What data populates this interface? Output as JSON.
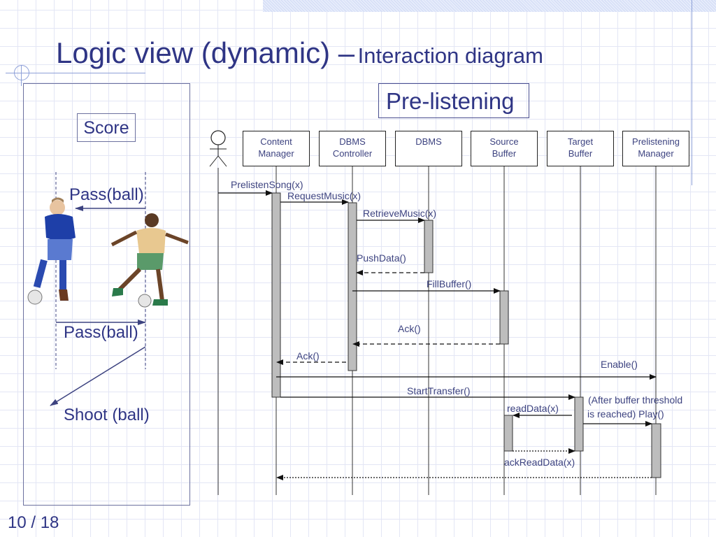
{
  "slide": {
    "title_main": "Logic view (dynamic) –",
    "title_sub": "Interaction diagram",
    "page_number": "10 / 18",
    "scenario_label": "Pre-listening"
  },
  "left_panel": {
    "score_label": "Score",
    "pass_label_top": "Pass(ball)",
    "pass_label_bottom": "Pass(ball)",
    "shoot_label": "Shoot (ball)",
    "players_image": "soccer-players-illustration"
  },
  "sequence": {
    "actor": "user-actor",
    "lifelines": [
      {
        "line1": "Content",
        "line2": "Manager"
      },
      {
        "line1": "DBMS",
        "line2": "Controller"
      },
      {
        "line1": "DBMS",
        "line2": ""
      },
      {
        "line1": "Source",
        "line2": "Buffer"
      },
      {
        "line1": "Target",
        "line2": "Buffer"
      },
      {
        "line1": "Prelistening",
        "line2": "Manager"
      }
    ],
    "messages": [
      {
        "label": "PrelistenSong(x)",
        "from": "actor",
        "to": "Content Manager",
        "style": "solid"
      },
      {
        "label": "RequestMusic(x)",
        "from": "Content Manager",
        "to": "DBMS Controller",
        "style": "solid"
      },
      {
        "label": "RetrieveMusic(x)",
        "from": "DBMS Controller",
        "to": "DBMS",
        "style": "solid"
      },
      {
        "label": "PushData()",
        "from": "DBMS",
        "to": "DBMS Controller",
        "style": "dashed"
      },
      {
        "label": "FillBuffer()",
        "from": "DBMS Controller",
        "to": "Source Buffer",
        "style": "solid"
      },
      {
        "label": "Ack()",
        "from": "Source Buffer",
        "to": "DBMS Controller",
        "style": "dashed"
      },
      {
        "label": "Ack()",
        "from": "DBMS Controller",
        "to": "Content Manager",
        "style": "dashed"
      },
      {
        "label": "Enable()",
        "from": "Content Manager",
        "to": "Prelistening Manager",
        "style": "solid"
      },
      {
        "label": "StartTransfer()",
        "from": "Content Manager",
        "to": "Target Buffer",
        "style": "solid"
      },
      {
        "label": "readData(x)",
        "from": "Target Buffer",
        "to": "Source Buffer",
        "style": "solid"
      },
      {
        "label_line1": "(After buffer threshold",
        "label_line2": "is reached) Play()",
        "from": "Target Buffer",
        "to": "Prelistening Manager",
        "style": "solid"
      },
      {
        "label": "ackReadData(x)",
        "from": "Source Buffer",
        "to": "Target Buffer",
        "style": "dotted"
      },
      {
        "label": "",
        "from": "Prelistening Manager",
        "to": "Content Manager",
        "style": "dotted"
      }
    ]
  }
}
